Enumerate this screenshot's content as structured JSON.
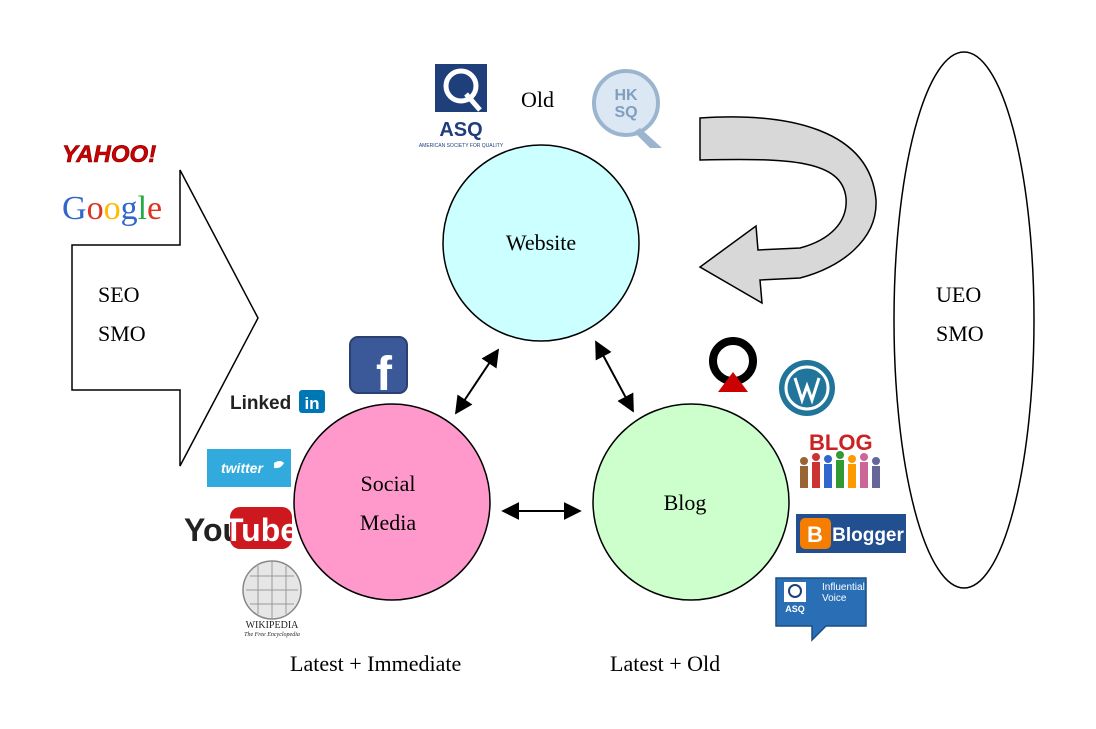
{
  "left_arrow": {
    "line1": "SEO",
    "line2": "SMO"
  },
  "right_ellipse": {
    "line1": "UEO",
    "line2": "SMO"
  },
  "top_label": "Old",
  "circles": {
    "website": {
      "label": "Website",
      "fill": "#ccffff"
    },
    "social": {
      "line1": "Social",
      "line2": "Media",
      "fill": "#ff99cc"
    },
    "blog": {
      "label": "Blog",
      "fill": "#ccffcc"
    }
  },
  "captions": {
    "social": "Latest + Immediate",
    "blog": "Latest + Old"
  },
  "logos": {
    "yahoo": "YAHOO!",
    "google": "Google",
    "asq": "ASQ",
    "asq_sub": "AMERICAN SOCIETY FOR QUALITY",
    "hksq_top": "HK",
    "hksq_bottom": "SQ",
    "facebook": "f",
    "linkedin": "Linked",
    "linkedin_in": "in",
    "twitter": "twitter",
    "youtube_you": "You",
    "youtube_tube": "Tube",
    "wikipedia": "WIKIPEDIA",
    "wikipedia_sub": "The Free Encyclopedia",
    "blog_word": "BLOG",
    "blogger": "Blogger",
    "influential": "Influential",
    "voice": "Voice",
    "asq_small": "ASQ"
  },
  "colors": {
    "yahoo": "#cc0000",
    "asq_blue": "#1f3f7a",
    "facebook": "#3b5998",
    "linkedin": "#0077b5",
    "twitter": "#33aadd",
    "youtube_red": "#cc181e",
    "blogger_orange": "#f57d00",
    "blogger_bg": "#214f8f",
    "wordpress": "#21759b",
    "influential_bg": "#2a6fb5",
    "curve_fill": "#d8d8d8"
  }
}
